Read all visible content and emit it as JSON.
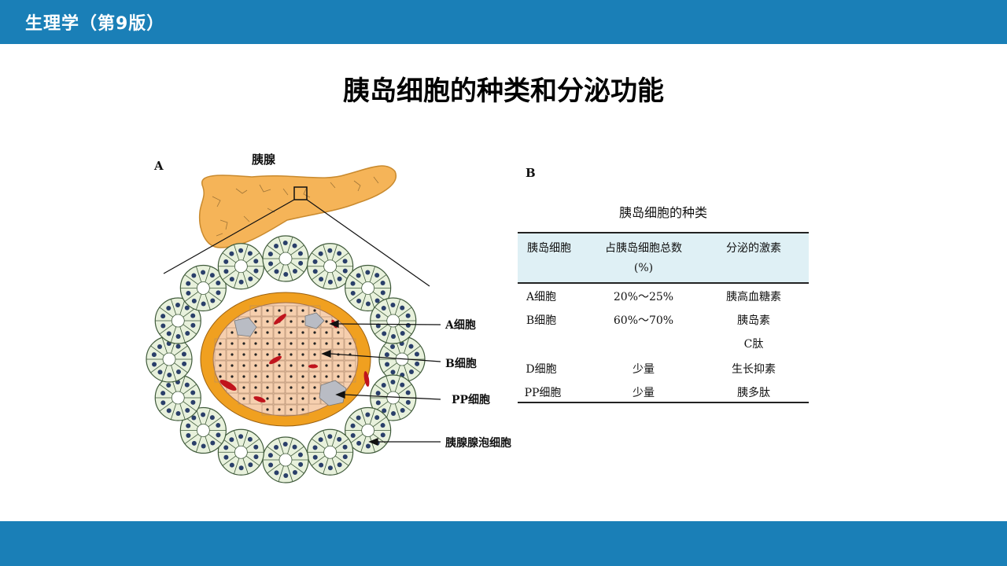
{
  "header": {
    "title": "生理学（第9版）"
  },
  "slide": {
    "title": "胰岛细胞的种类和分泌功能"
  },
  "figure_a": {
    "panel_label": "A",
    "organ_label": "胰腺",
    "labels": [
      "A细胞",
      "B细胞",
      "PP细胞",
      "胰腺腺泡细胞"
    ]
  },
  "table_b": {
    "panel_label": "B",
    "caption": "胰岛细胞的种类",
    "headers": [
      "胰岛细胞",
      "占胰岛细胞总数",
      "(%)",
      "分泌的激素"
    ],
    "rows": [
      [
        "A细胞",
        "20%～25%",
        "胰高血糖素"
      ],
      [
        "B细胞",
        "60%～70%",
        "胰岛素"
      ],
      [
        "",
        "",
        "C肽"
      ],
      [
        "D细胞",
        "少量",
        "生长抑素"
      ],
      [
        "PP细胞",
        "少量",
        "胰多肽"
      ]
    ]
  },
  "colors": {
    "bar": "#1a7fb7",
    "table_header_bg": "#dff0f5",
    "pancreas": "#f5b458",
    "acinar": "#e8f1dc",
    "a_cell": "#f0a020",
    "b_cell": "#f6cfae",
    "pp_cell": "#b9bcc4",
    "vessel": "#c0141c"
  }
}
